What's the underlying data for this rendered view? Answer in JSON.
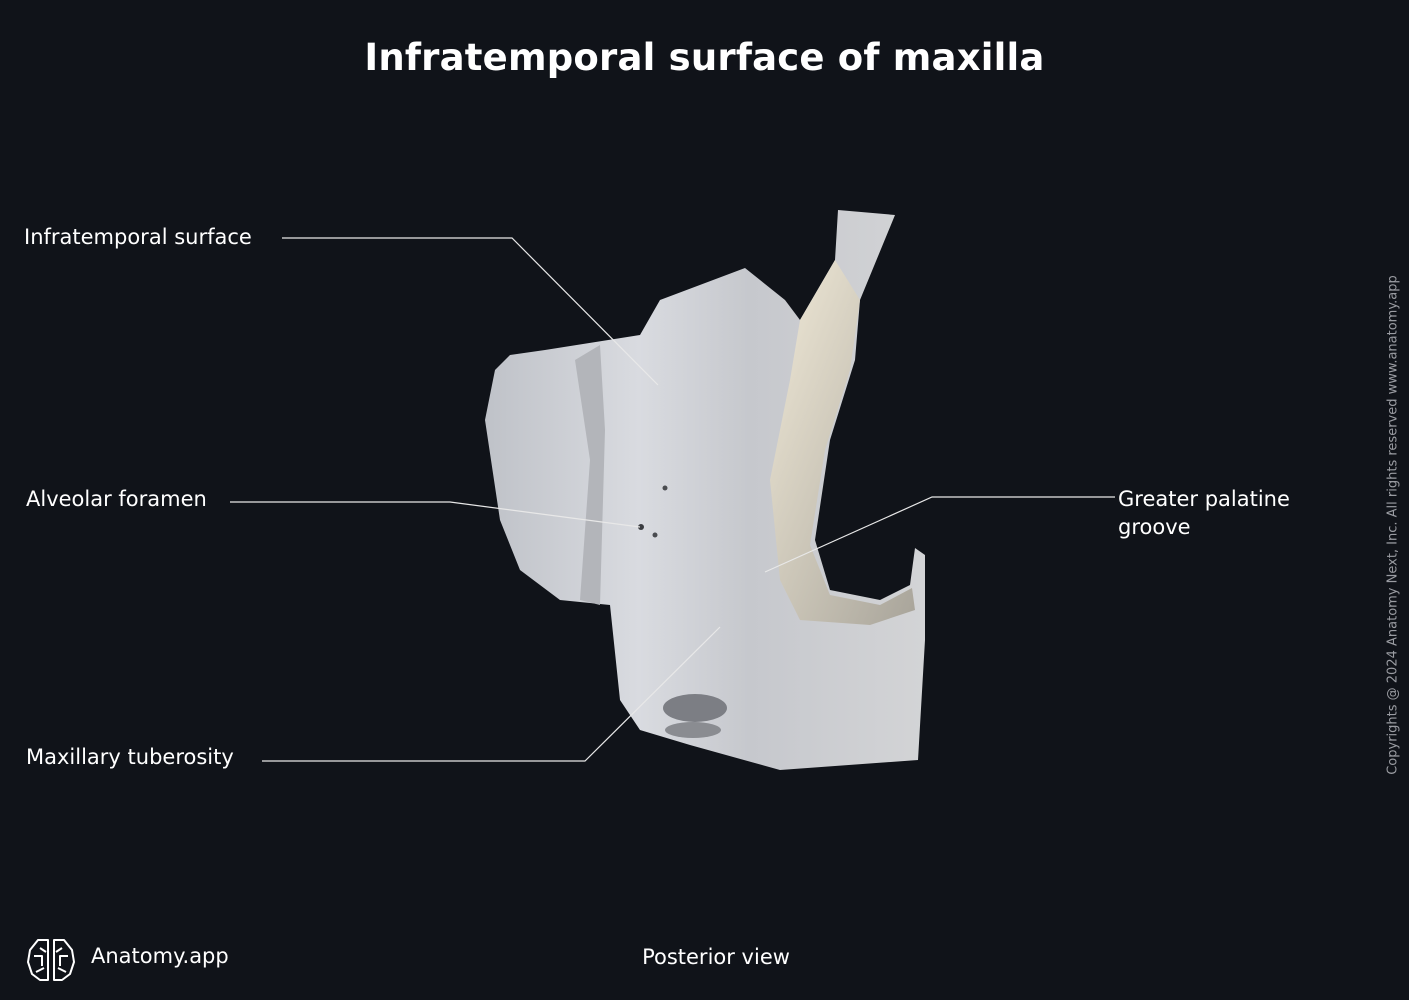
{
  "title": "Infratemporal surface of maxilla",
  "labels": {
    "infratemporal_surface": "Infratemporal surface",
    "alveolar_foramen": "Alveolar foramen",
    "maxillary_tuberosity": "Maxillary tuberosity",
    "greater_palatine_groove_line1": "Greater palatine",
    "greater_palatine_groove_line2": "groove"
  },
  "view": "Posterior view",
  "brand": {
    "name": "Anatomy.app",
    "icon": "brain-icon"
  },
  "copyright": "Copyrights @ 2024 Anatomy Next, Inc. All rights reserved www.anatomy.app",
  "colors": {
    "background": "#101319",
    "bone": "#d9dbdf",
    "leader_line": "#e8e8e8"
  }
}
